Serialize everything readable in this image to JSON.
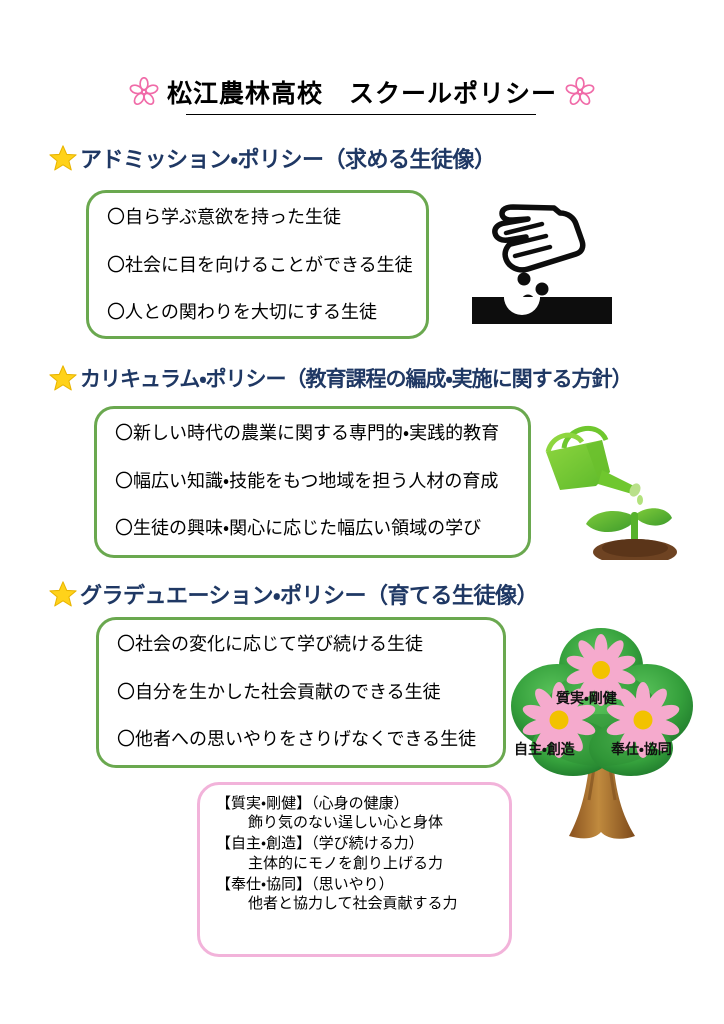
{
  "document": {
    "title": "松江農林高校　スクールポリシー",
    "decor_left_icon": "sakura-flower-icon",
    "decor_right_icon": "sakura-flower-icon"
  },
  "sections": [
    {
      "id": "admission",
      "star_icon": "star-icon",
      "heading": "アドミッション・ポリシー（求める生徒像）",
      "items": [
        "〇自ら学ぶ意欲を持った生徒",
        "〇社会に目を向けることができる生徒",
        "〇人との関わりを大切にする生徒"
      ],
      "illustration": "hand-sowing-seeds-icon"
    },
    {
      "id": "curriculum",
      "star_icon": "star-icon",
      "heading": "カリキュラム・ポリシー（教育課程の編成・実施に関する方針）",
      "items": [
        "〇新しい時代の農業に関する専門的・実践的教育",
        "〇幅広い知識・技能をもつ地域を担う人材の育成",
        "〇生徒の興味・関心に応じた幅広い領域の学び"
      ],
      "illustration": "watering-can-sprout-icon"
    },
    {
      "id": "graduation",
      "star_icon": "star-icon",
      "heading": "グラデュエーション・ポリシー（育てる生徒像）",
      "items": [
        "〇社会の変化に応じて学び続ける生徒",
        "〇自分を生かした社会貢献のできる生徒",
        "〇他者への思いやりをさりげなくできる生徒"
      ],
      "illustration": "flowering-tree-icon"
    }
  ],
  "tree_labels": {
    "top": "質実・剛健",
    "left": "自主・創造",
    "right": "奉仕・協同"
  },
  "mottos": [
    {
      "head": "【質実・剛健】（心身の健康）",
      "desc": "飾り気のない逞しい心と身体"
    },
    {
      "head": "【自主・創造】（学び続ける力）",
      "desc": "主体的にモノを創り上げる力"
    },
    {
      "head": "【奉仕・協同】（思いやり）",
      "desc": "他者と協力して社会貢献する力"
    }
  ],
  "colors": {
    "heading_navy": "#1f3864",
    "box_green": "#6aa84f",
    "box_pink": "#f2b3da",
    "sakura_pink": "#f06ba8",
    "star_yellow": "#ffd21a",
    "tree_green": "#2e9b3e",
    "trunk_brown": "#a0672a",
    "flower_pink": "#f5aacd",
    "flower_center": "#f2c200",
    "can_green": "#6fc72e",
    "soil_brown": "#6e4322"
  }
}
